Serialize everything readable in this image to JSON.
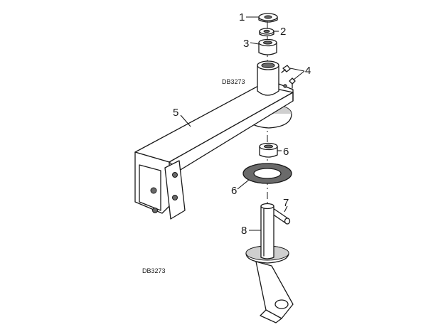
{
  "figure": {
    "drawing_code_top": "DB3273",
    "drawing_code_bottom": "DB3273",
    "callouts": [
      {
        "id": "1",
        "label": "1"
      },
      {
        "id": "2",
        "label": "2"
      },
      {
        "id": "3",
        "label": "3"
      },
      {
        "id": "4",
        "label": "4"
      },
      {
        "id": "5",
        "label": "5"
      },
      {
        "id": "6a",
        "label": "6"
      },
      {
        "id": "6b",
        "label": "6"
      },
      {
        "id": "7",
        "label": "7"
      },
      {
        "id": "8",
        "label": "8"
      }
    ]
  }
}
